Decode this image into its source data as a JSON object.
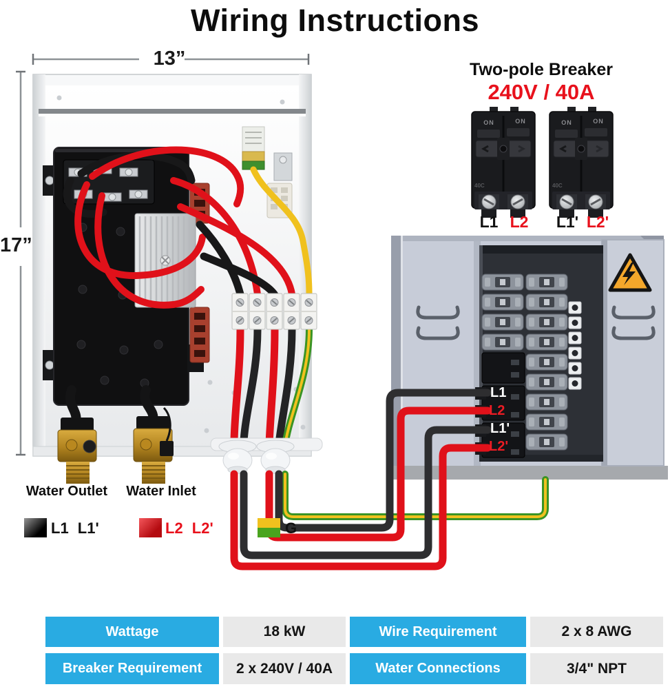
{
  "title": "Wiring Instructions",
  "dims": {
    "width": "13”",
    "height": "17”"
  },
  "unit": {
    "outlet_label": "Water Outlet",
    "inlet_label": "Water Inlet"
  },
  "legend": [
    {
      "label": "L1 L1'",
      "color": "#111111"
    },
    {
      "label": "L2 L2'",
      "color": "#e8111c"
    },
    {
      "label": "G",
      "color": "#111111"
    }
  ],
  "breaker_section": {
    "title": "Two-pole Breaker",
    "rating": "240V / 40A",
    "on_label": "ON",
    "amp_label": "40C",
    "pole_labels": [
      {
        "text": "L1",
        "color": "#111111"
      },
      {
        "text": "L2",
        "color": "#e8111c"
      },
      {
        "text": "L1'",
        "color": "#111111"
      },
      {
        "text": "L2'",
        "color": "#e8111c"
      }
    ]
  },
  "panel": {
    "wire_labels": [
      {
        "text": "L1",
        "color": "#ffffff"
      },
      {
        "text": "L2",
        "color": "#ed1c24"
      },
      {
        "text": "L1'",
        "color": "#ffffff"
      },
      {
        "text": "L2'",
        "color": "#ed1c24"
      }
    ]
  },
  "table": {
    "cells": [
      {
        "label": "Wattage",
        "value": "18 kW"
      },
      {
        "label": "Wire Requirement",
        "value": "2 x 8 AWG"
      },
      {
        "label": "Breaker Requirement",
        "value": "2 x 240V / 40A"
      },
      {
        "label": "Water Connections",
        "value": "3/4\" NPT"
      }
    ]
  },
  "colors": {
    "accent_blue": "#29abe2",
    "value_gray": "#e9e9e9",
    "label_red": "#e8111c",
    "wire_red": "#e0111a",
    "wire_black": "#2e2e30",
    "ground_green": "#3a9424",
    "ground_yellow": "#f0c11e"
  }
}
